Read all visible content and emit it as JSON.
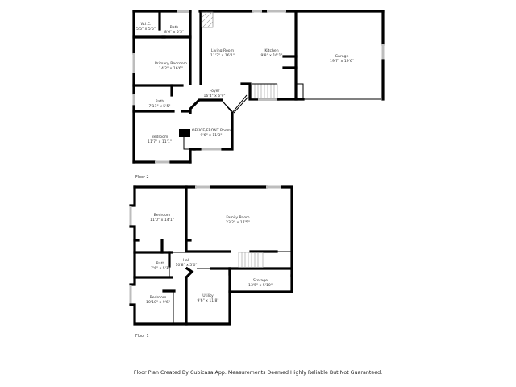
{
  "floors": [
    {
      "label": "Floor 2",
      "rooms": [
        {
          "name": "W.I.C.",
          "dims": "5'5\" x 5'5\""
        },
        {
          "name": "Bath",
          "dims": "8'6\" x 5'5\""
        },
        {
          "name": "Primary Bedroom",
          "dims": "14'2\" x 16'6\""
        },
        {
          "name": "Living Room",
          "dims": "11'2\" x 16'1\""
        },
        {
          "name": "Kitchen",
          "dims": "9'8\" x 16'1\""
        },
        {
          "name": "Garage",
          "dims": "19'7\" x 19'6\""
        },
        {
          "name": "Foyer",
          "dims": "16'4\" x 6'9\""
        },
        {
          "name": "Bath",
          "dims": "7'11\" x 5'5\""
        },
        {
          "name": "OFFICE/FRONT Room",
          "dims": "9'6\" x 11'3\""
        },
        {
          "name": "Bedroom",
          "dims": "11'7\" x 11'1\""
        }
      ]
    },
    {
      "label": "Floor 1",
      "rooms": [
        {
          "name": "Bedroom",
          "dims": "11'0\" x 14'1\""
        },
        {
          "name": "Family Room",
          "dims": "23'2\" x 17'5\""
        },
        {
          "name": "Bath",
          "dims": "7'6\" x 5'1\""
        },
        {
          "name": "Hall",
          "dims": "10'8\" x 5'0\""
        },
        {
          "name": "Storage",
          "dims": "13'5\" x 5'10\""
        },
        {
          "name": "Bedroom",
          "dims": "10'10\" x 9'6\""
        },
        {
          "name": "Utility",
          "dims": "9'6\" x 11'8\""
        }
      ]
    }
  ],
  "footer": "Floor Plan Created By Cubicasa App. Measurements Deemed Highly Reliable But Not Guaranteed."
}
